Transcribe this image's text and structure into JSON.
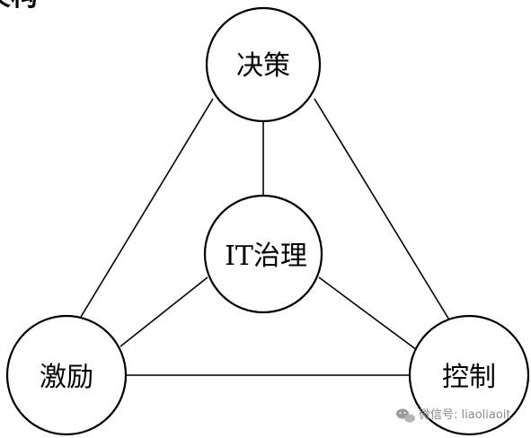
{
  "heading": {
    "partial_text": "架构"
  },
  "nodes": {
    "top": {
      "label": "决策"
    },
    "center": {
      "label": "IT治理"
    },
    "bottom_left": {
      "label": "激励"
    },
    "bottom_right": {
      "label": "控制"
    }
  },
  "watermark": {
    "text": "微信号: liaoliaoit",
    "icon": "wechat-icon"
  },
  "colors": {
    "stroke": "#000000",
    "background": "#ffffff",
    "watermark": "#8a8a8a"
  }
}
